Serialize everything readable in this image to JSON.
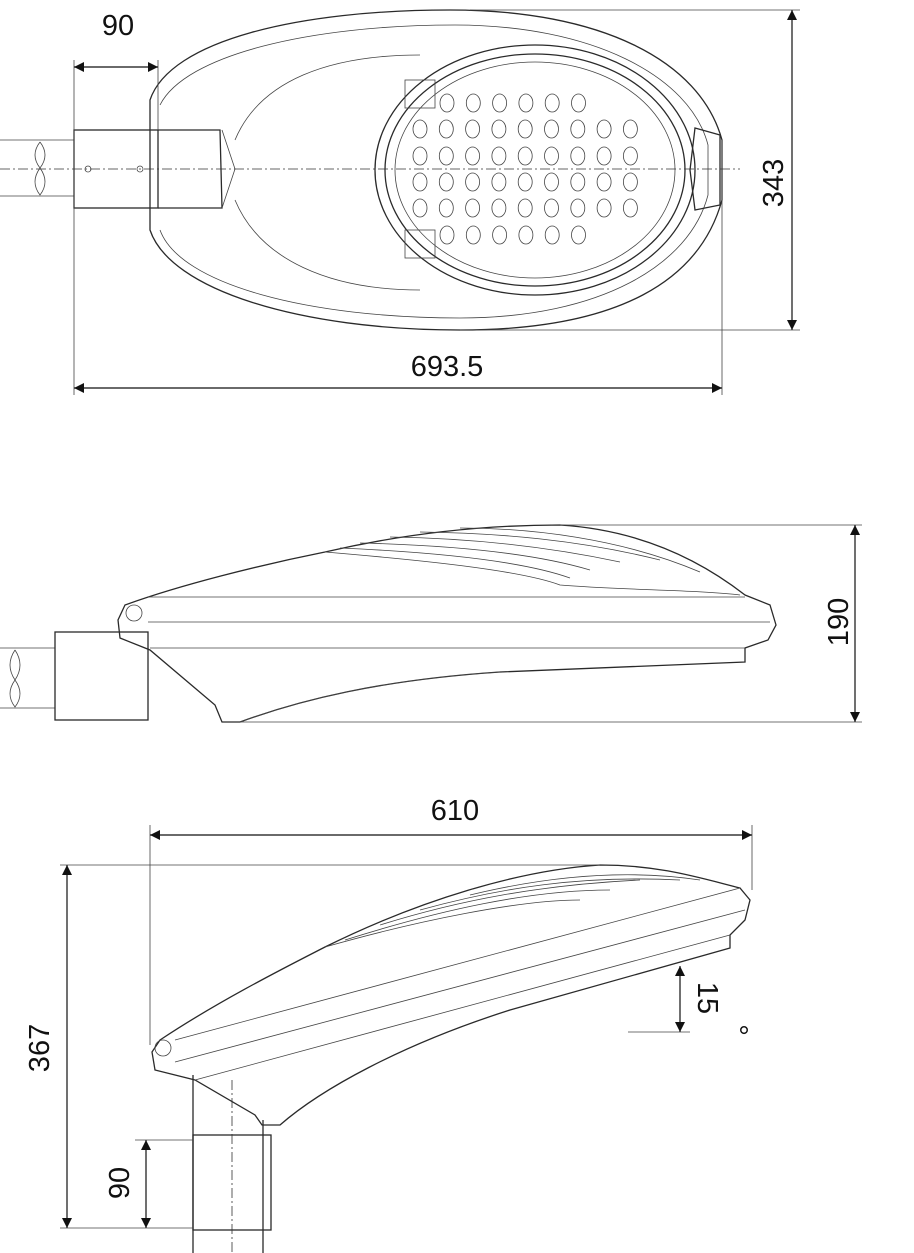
{
  "top_view": {
    "dim_mount_width": "90",
    "dim_height": "343",
    "dim_length": "693.5"
  },
  "side_view": {
    "dim_height": "190"
  },
  "tilted_view": {
    "dim_length": "610",
    "dim_height": "367",
    "dim_mount_width": "90",
    "tilt_angle": "15",
    "degree_symbol": "°"
  }
}
